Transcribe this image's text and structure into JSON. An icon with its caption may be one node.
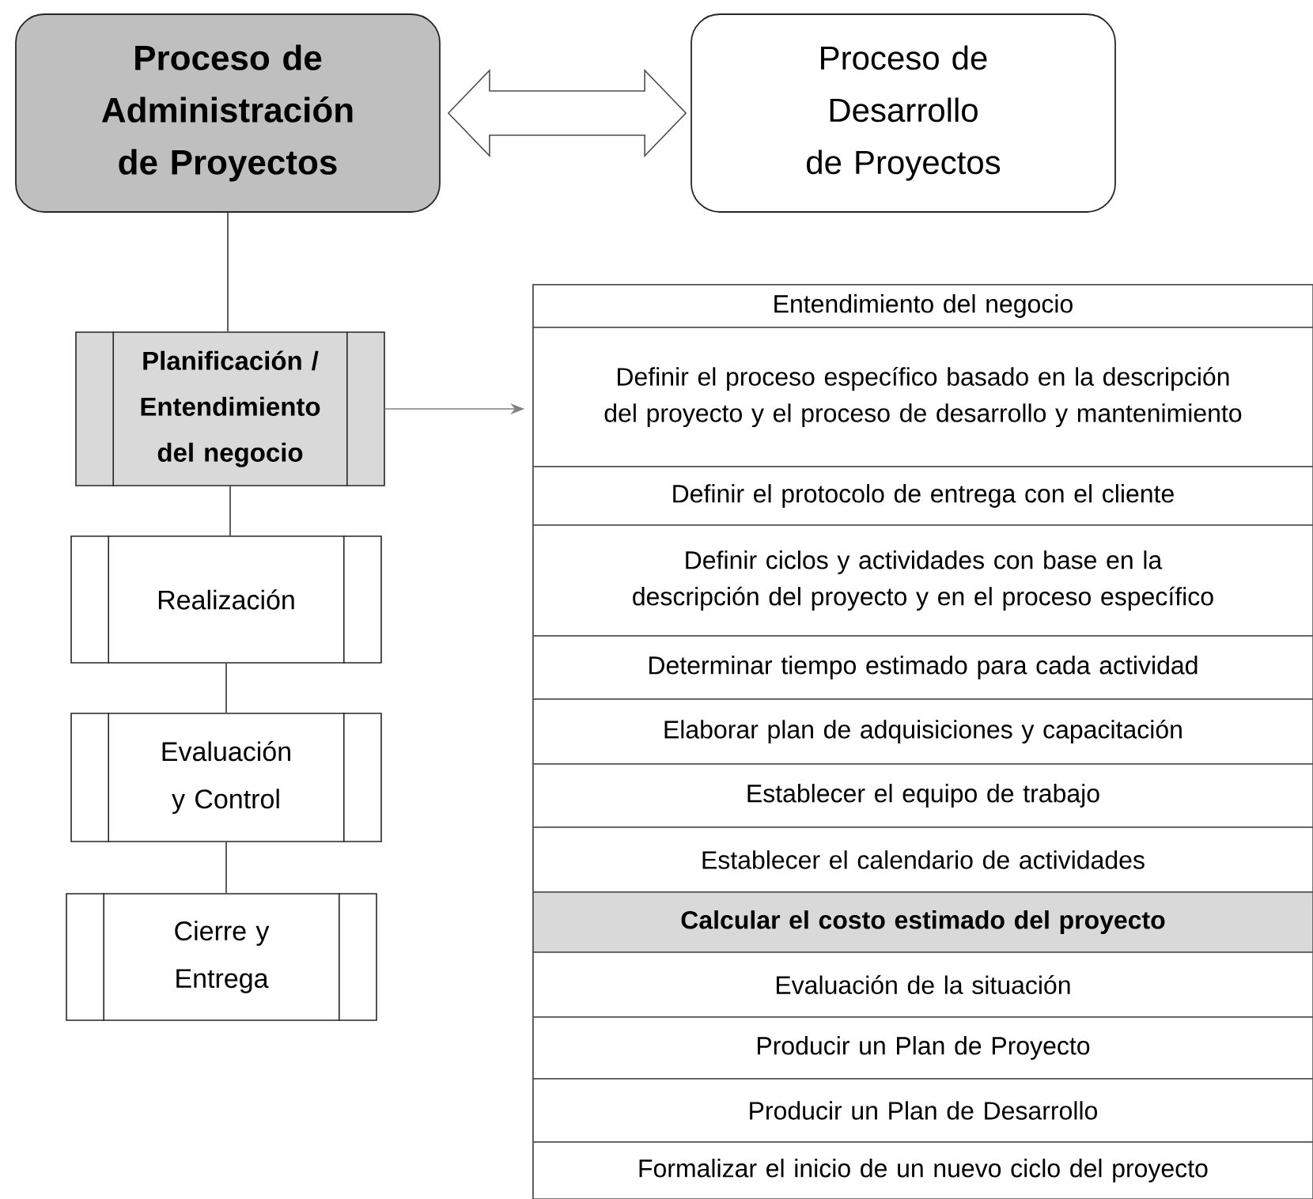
{
  "diagram": {
    "nodes": [
      {
        "text": [
          "Proceso de Administración de Proyectos"
        ]
      },
      {
        "text": [
          "Proceso de Desarrollo de Proyectos"
        ]
      },
      {
        "text": [
          "Planificación / Entendimiento del negocio"
        ]
      },
      {
        "text": [
          "Realización"
        ]
      },
      {
        "text": [
          "Evaluación y Control"
        ]
      },
      {
        "text": [
          "Cierre y Entrega"
        ]
      },
      {
        "text": [],
        "shape": "box"
      },
      {
        "text": [
          "Entendimiento del negocio"
        ],
        "in": 6
      },
      {
        "text": [
          "Definir el proceso específico basado en la descripción del proyecto y el proceso de desarrollo y mantenimiento"
        ],
        "in": 6
      },
      {
        "text": [
          "Definir el protocolo de entrega con el cliente"
        ],
        "in": 6
      },
      {
        "text": [
          "Definir ciclos y actividades con base en la descripción del proyecto y en el proceso específico"
        ],
        "in": 6
      },
      {
        "text": [
          "Determinar tiempo estimado para cada actividad"
        ],
        "in": 6
      },
      {
        "text": [
          "Elaborar plan de adquisiciones y capacitación"
        ],
        "in": 6
      },
      {
        "text": [
          "Establecer el equipo de trabajo"
        ],
        "in": 6
      },
      {
        "text": [
          "Establecer el calendario de actividades"
        ],
        "in": 6
      },
      {
        "text": [
          "Calcular el costo estimado del proyecto"
        ],
        "in": 6
      },
      {
        "text": [
          "Evaluación de la situación"
        ],
        "in": 6
      },
      {
        "text": [
          "Producir un Plan de Proyecto"
        ],
        "in": 6
      },
      {
        "text": [
          "Producir un Plan de Desarrollo"
        ],
        "in": 6
      },
      {
        "text": [
          "Formalizar el inicio de un nuevo ciclo del proyecto"
        ],
        "in": 6
      }
    ],
    "edges": [
      {
        "from": 0,
        "to": 1,
        "arrow": "both"
      },
      {
        "from": 0,
        "to": 2,
        "arrow": "none"
      },
      {
        "from": 2,
        "to": 3,
        "arrow": "none"
      },
      {
        "from": 3,
        "to": 4,
        "arrow": "none"
      },
      {
        "from": 4,
        "to": 5,
        "arrow": "none"
      },
      {
        "from": 2,
        "to": 6,
        "arrow": "to",
        "color": "#808080"
      }
    ]
  }
}
